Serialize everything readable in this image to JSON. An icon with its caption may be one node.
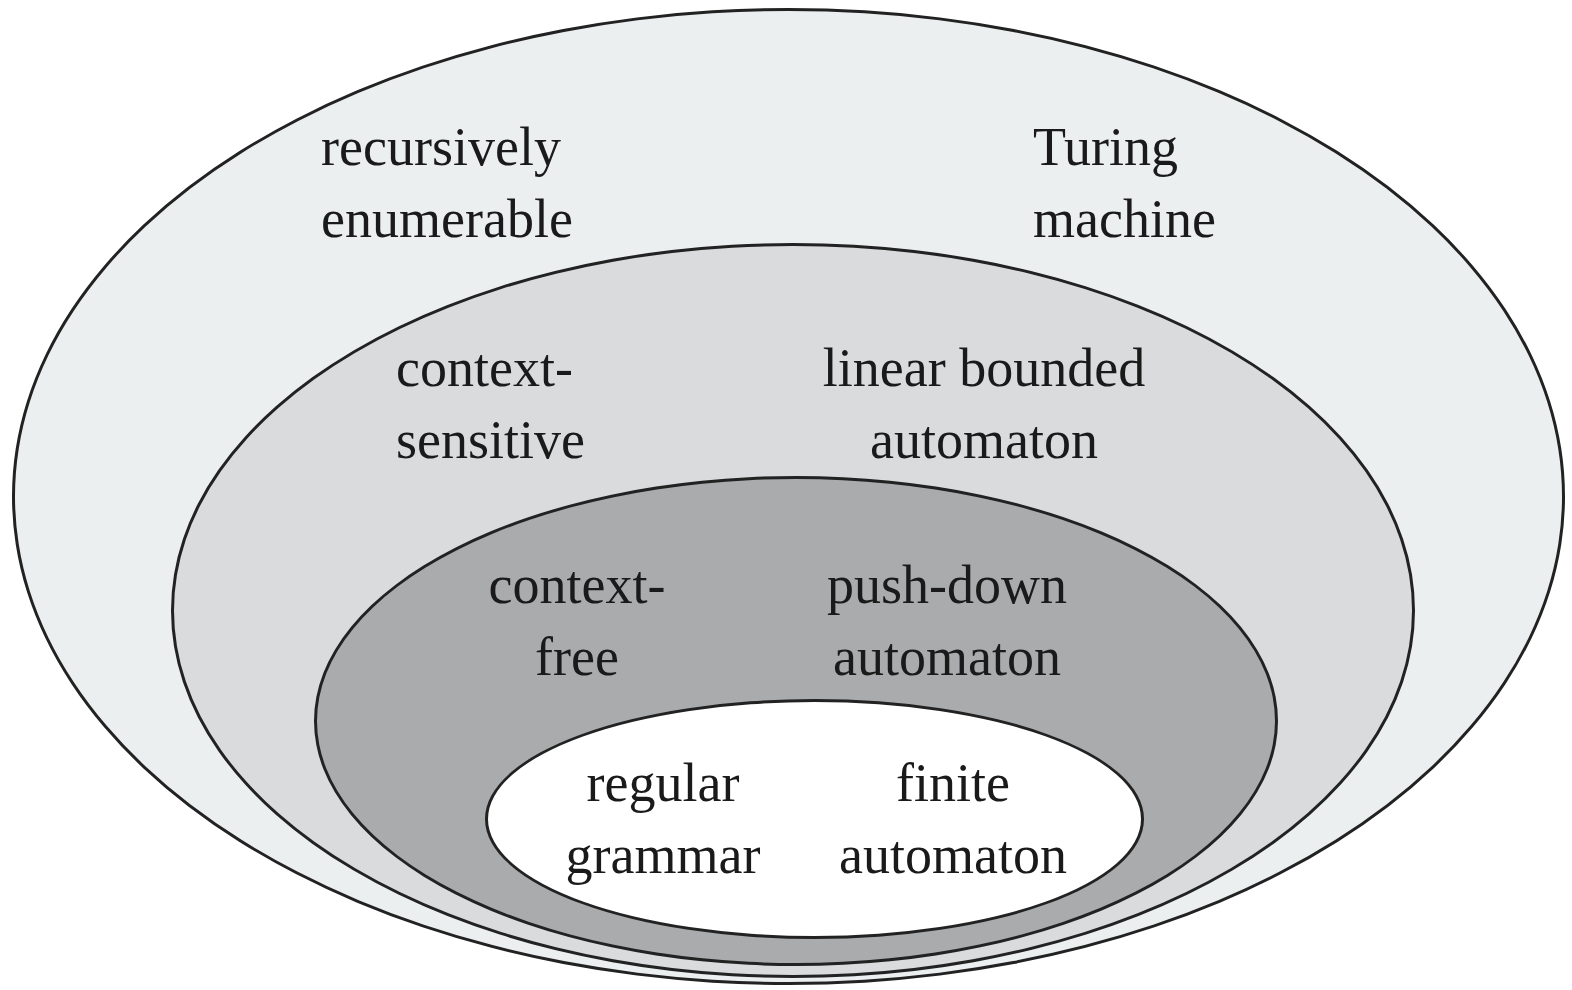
{
  "diagram": {
    "nodes": [
      {
        "text": [
          "recursively enumerable",
          "Turing machine"
        ]
      },
      {
        "text": [
          "context- sensitive",
          "linear bounded automaton"
        ],
        "in": 0
      },
      {
        "text": [
          "context- free",
          "push-down automaton"
        ],
        "in": 1
      },
      {
        "text": [
          "regular grammar",
          "finite automaton"
        ],
        "in": 2
      }
    ]
  }
}
